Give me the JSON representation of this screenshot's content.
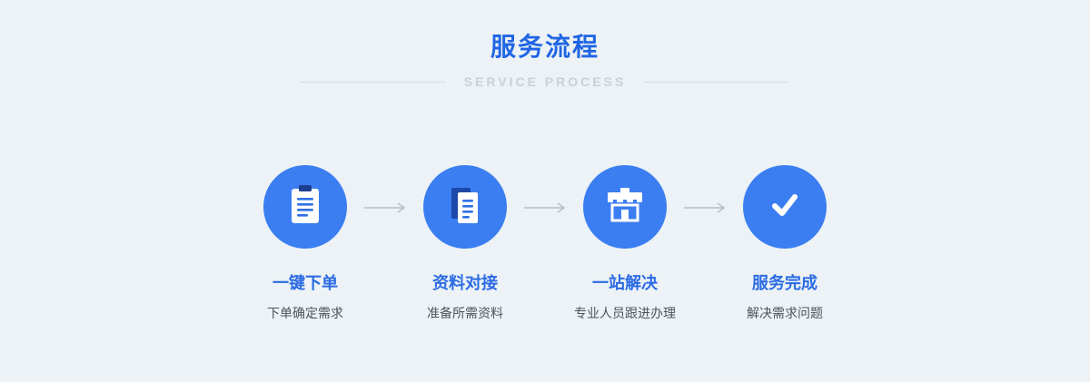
{
  "header": {
    "title": "服务流程",
    "subtitle": "SERVICE PROCESS"
  },
  "steps": [
    {
      "title": "一键下单",
      "description": "下单确定需求",
      "icon": "clipboard-icon"
    },
    {
      "title": "资料对接",
      "description": "准备所需资料",
      "icon": "documents-icon"
    },
    {
      "title": "一站解决",
      "description": "专业人员跟进办理",
      "icon": "storefront-icon"
    },
    {
      "title": "服务完成",
      "description": "解决需求问题",
      "icon": "check-icon"
    }
  ],
  "colors": {
    "background": "#ecf2f5",
    "title_blue": "#2166e5",
    "step_title_blue": "#2b6be4",
    "circle_blue": "#3b7ef2",
    "icon_dark_blue": "#1d3f8f",
    "subtitle_gray": "#c9d1d8",
    "description_text": "#4d545b",
    "divider_gray": "#d7dde2",
    "arrow_gray": "#b7c0c7"
  }
}
